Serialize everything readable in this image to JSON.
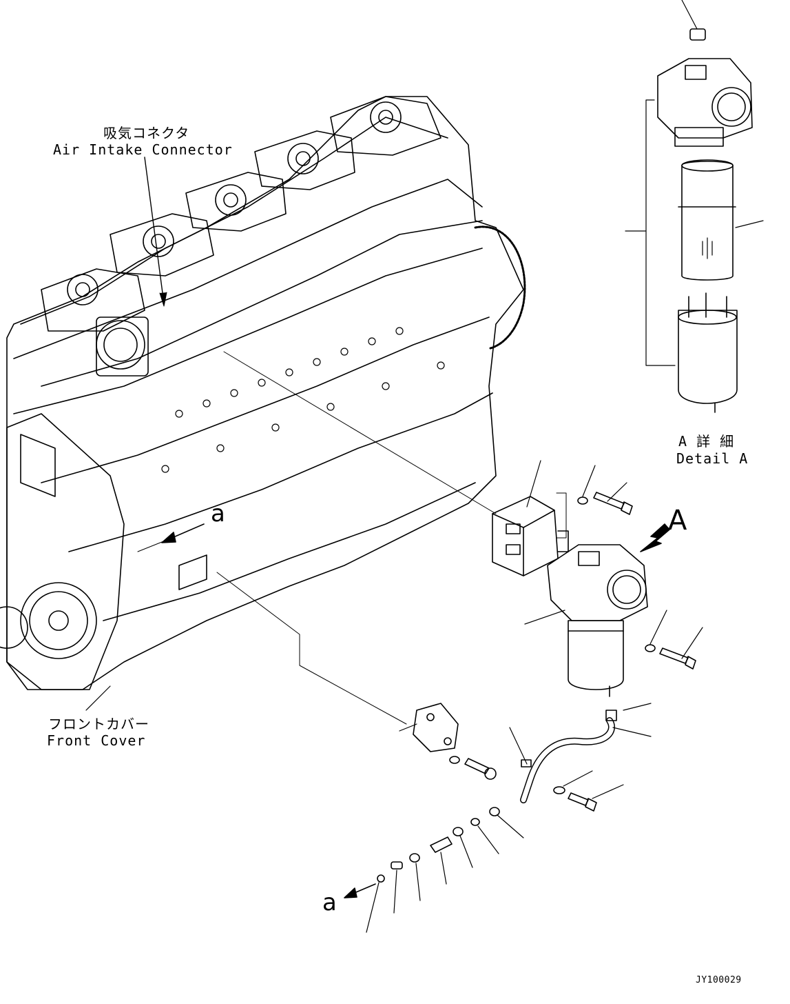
{
  "labels": {
    "air_intake_jp": "吸気コネクタ",
    "air_intake_en": "Air Intake Connector",
    "front_cover_jp": "フロントカバー",
    "front_cover_en": "Front Cover",
    "detail_a_jp": "A 詳 細",
    "detail_a_en": "Detail A",
    "view_a": "A",
    "arrow_a_top": "a",
    "arrow_a_bottom": "a",
    "drawing_id": "JY100029"
  },
  "colors": {
    "line": "#000000",
    "background": "#ffffff"
  }
}
